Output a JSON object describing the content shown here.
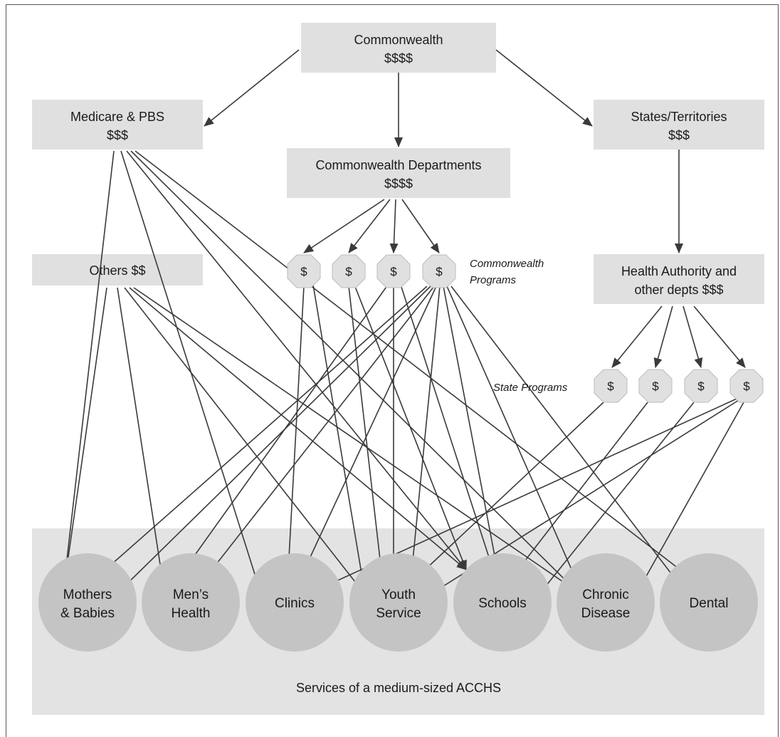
{
  "boxes": {
    "commonwealth": {
      "line1": "Commonwealth",
      "line2": "$$$$"
    },
    "medicare": {
      "line1": "Medicare & PBS",
      "line2": "$$$"
    },
    "states": {
      "line1": "States/Territories",
      "line2": "$$$"
    },
    "cw_departments": {
      "line1": "Commonwealth Departments",
      "line2": "$$$$"
    },
    "others": {
      "line1": "Others $$"
    },
    "health_authority": {
      "line1": "Health Authority and",
      "line2": "other depts $$$"
    }
  },
  "program_symbol": "$",
  "labels": {
    "cw_programs_line1": "Commonwealth",
    "cw_programs_line2": "Programs",
    "state_programs": "State Programs"
  },
  "services": [
    {
      "line1": "Mothers",
      "line2": "& Babies"
    },
    {
      "line1": "Men’s",
      "line2": "Health"
    },
    {
      "line1": "Clinics",
      "line2": ""
    },
    {
      "line1": "Youth",
      "line2": "Service"
    },
    {
      "line1": "Schools",
      "line2": ""
    },
    {
      "line1": "Chronic",
      "line2": "Disease"
    },
    {
      "line1": "Dental",
      "line2": ""
    }
  ],
  "footer": "Services of a medium-sized ACCHS",
  "colors": {
    "box_fill": "#e0e0e0",
    "circle_fill": "#c4c4c4",
    "panel_fill": "#e3e3e3",
    "arrow": "#3a3a3a"
  }
}
